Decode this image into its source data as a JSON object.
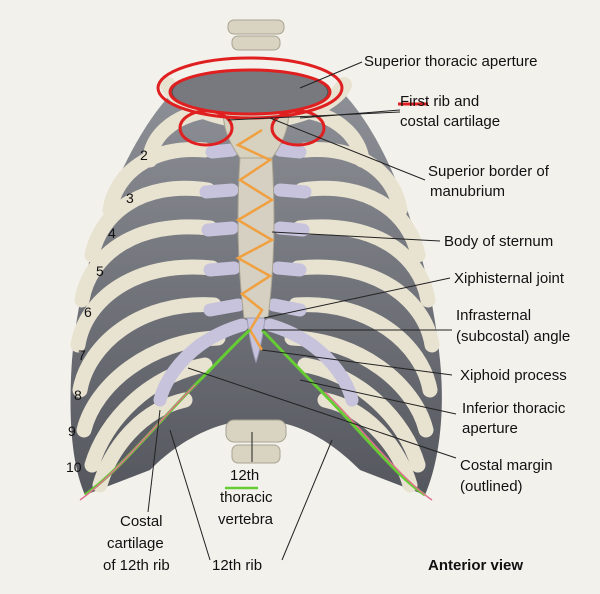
{
  "labels": {
    "superior_aperture": "Superior thoracic aperture",
    "first_rib_1": "First rib and",
    "first_rib_2": "costal cartilage",
    "manubrium_1": "Superior border of",
    "manubrium_2": "manubrium",
    "sternum_body": "Body of sternum",
    "xiphisternal": "Xiphisternal joint",
    "infrasternal_1": "Infrasternal",
    "infrasternal_2": "(subcostal) angle",
    "xiphoid": "Xiphoid process",
    "inferior_aperture_1": "Inferior thoracic",
    "inferior_aperture_2": "aperture",
    "costal_margin_1": "Costal margin",
    "costal_margin_2": "(outlined)",
    "vertebra_1": "12th",
    "vertebra_2": "thoracic",
    "vertebra_3": "vertebra",
    "costal_cart12_1": "Costal",
    "costal_cart12_2": "cartilage",
    "costal_cart12_3": "of 12th rib",
    "rib12": "12th rib",
    "view": "Anterior view"
  },
  "rib_numbers": [
    "2",
    "3",
    "4",
    "5",
    "6",
    "7",
    "8",
    "9",
    "10"
  ],
  "colors": {
    "bone": "#e8e2d0",
    "cartilage": "#c7c3dc",
    "annotation_red": "#e02020",
    "annotation_orange": "#f0a040",
    "annotation_green": "#66cc33",
    "margin_pink": "#e07090"
  }
}
